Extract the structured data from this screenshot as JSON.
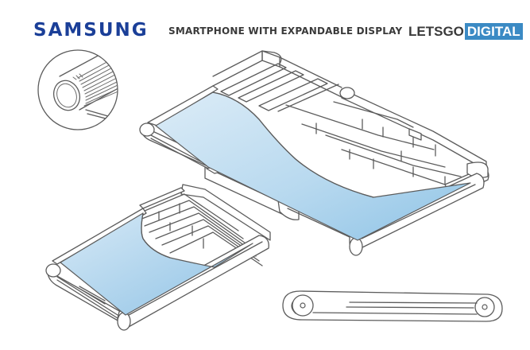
{
  "header": {
    "brand": "SAMSUNG",
    "headline": "SMARTPHONE WITH EXPANDABLE DISPLAY",
    "watermark_part1": "LETSGO",
    "watermark_part2": "DIGITAL"
  },
  "colors": {
    "brand_blue": "#1b3f98",
    "watermark_blue": "#3b8ac4",
    "screen_light": "#dcecf7",
    "screen_dark": "#8ec3e6",
    "line": "#5c5c5c"
  }
}
